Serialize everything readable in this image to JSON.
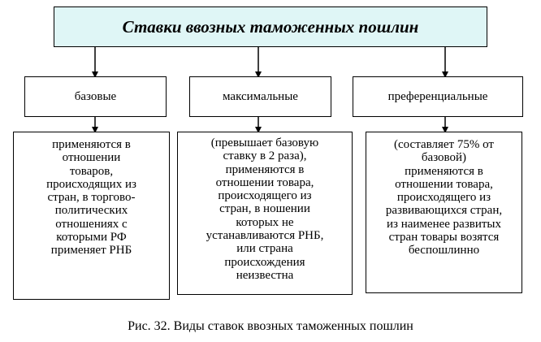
{
  "title": "Ставки ввозных таможенных пошлин",
  "categories": [
    {
      "label": "базовые",
      "description": "применяются в\nотношении\nтоваров,\nпроисходящих из\nстран, в торгово-\nполитических\nотношениях с\nкоторыми РФ\nприменяет РНБ"
    },
    {
      "label": "максимальные",
      "description": "(превышает базовую\nставку в 2 раза),\nприменяются в\nотношении товара,\nпроисходящего из\nстран, в ношении\nкоторых не\nустанавливаются РНБ,\nили страна\nпроисхождения\nнеизвестна"
    },
    {
      "label": "преференциальные",
      "description": "(составляет 75% от\nбазовой)\nприменяются в\nотношении  товара,\nпроисходящего из\nразвивающихся стран,\nиз наименее развитых\nстран товары возятся\nбеспошлинно"
    }
  ],
  "caption": "Рис. 32. Виды ставок ввозных таможенных пошлин",
  "colors": {
    "title_fill": "#dff6f6",
    "border": "#000000"
  }
}
